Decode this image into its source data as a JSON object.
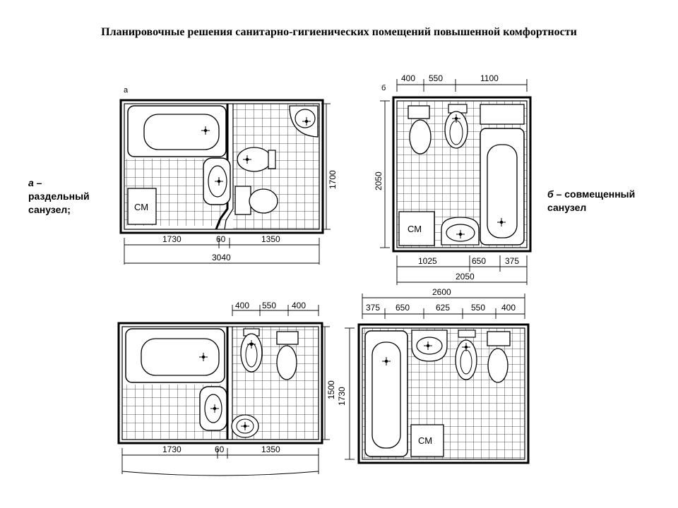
{
  "title": "Планировочные решения санитарно-гигиенических помещений повышенной комфортности",
  "labels": {
    "a_letter": "а",
    "a_dash": " –",
    "a_line2": "раздельный",
    "a_line3": "санузел;",
    "b_letter": "б",
    "b_rest": " – совмещенный",
    "b_line2": "санузел"
  },
  "plans": {
    "a": {
      "letter": "a",
      "dims_bottom": [
        "1730",
        "60",
        "1350"
      ],
      "total": "3040",
      "side": "1700",
      "cm": "СМ"
    },
    "b": {
      "letter": "б",
      "dims_top": [
        "400",
        "550",
        "1100"
      ],
      "side": "2050",
      "dims_bottom": [
        "1025",
        "650",
        "375"
      ],
      "total": "2050",
      "cm": "СМ"
    },
    "c": {
      "dims_top": [
        "400",
        "550",
        "400"
      ],
      "side": "1500",
      "dims_bottom": [
        "1730",
        "60",
        "1350"
      ]
    },
    "d": {
      "total_top": "2600",
      "dims_top": [
        "375",
        "650",
        "625",
        "550",
        "400"
      ],
      "side": "1730",
      "cm": "СМ"
    }
  }
}
